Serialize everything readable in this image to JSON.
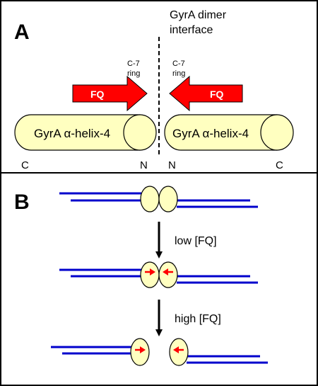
{
  "panel_a": {
    "letter": "A",
    "interface_line1": "GyrA dimer",
    "interface_line2": "interface",
    "c7_left_1": "C-7",
    "c7_left_2": "ring",
    "c7_right_1": "C-7",
    "c7_right_2": "ring",
    "arrow_left_label": "FQ",
    "arrow_right_label": "FQ",
    "helix_left_label": "GyrA α-helix-4",
    "helix_right_label": "GyrA α-helix-4",
    "term_left_c": "C",
    "term_left_n": "N",
    "term_right_n": "N",
    "term_right_c": "C"
  },
  "panel_b": {
    "letter": "B",
    "step1_label": "low [FQ]",
    "step2_label": "high [FQ]"
  },
  "colors": {
    "helix_fill": "#ffffc0",
    "arrow_fill": "#ff0000",
    "dna": "#0000cc",
    "border": "#000000"
  }
}
